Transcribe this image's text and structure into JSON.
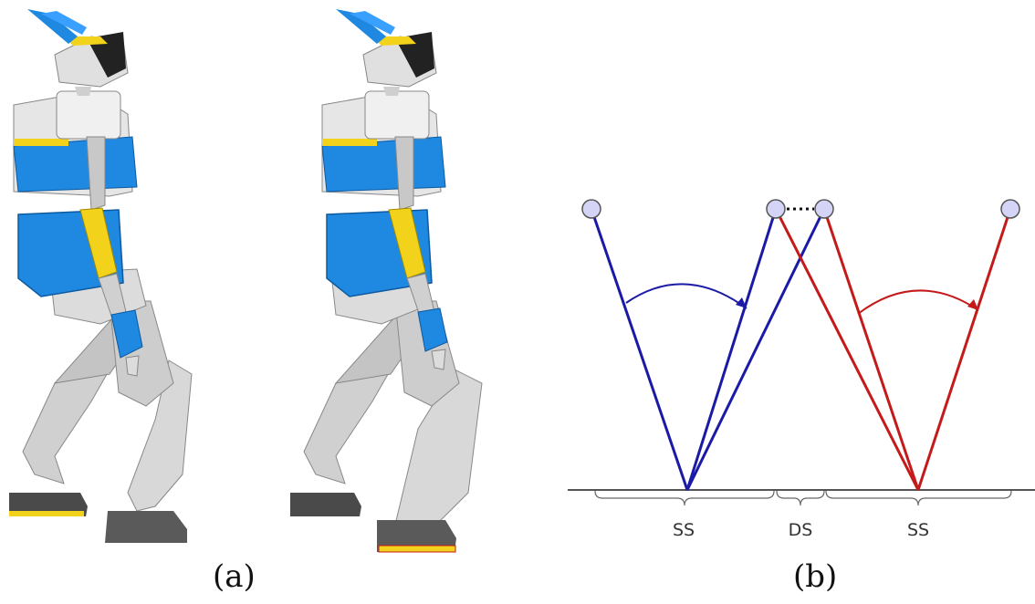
{
  "captions": {
    "a": "(a)",
    "b": "(b)"
  },
  "phase_labels": {
    "left_ss": "SS",
    "ds": "DS",
    "right_ss": "SS"
  },
  "colors": {
    "left_leg": "#1a1aa6",
    "right_leg": "#c41a1a",
    "mass_fill": "#d4d4f7",
    "robot_blue": "#1f88e0",
    "robot_yellow": "#f2d21a",
    "robot_grey": "#c8c8c8"
  },
  "icons": [
    "humanoid-robot-left",
    "humanoid-robot-right",
    "double-pendulum-diagram"
  ]
}
